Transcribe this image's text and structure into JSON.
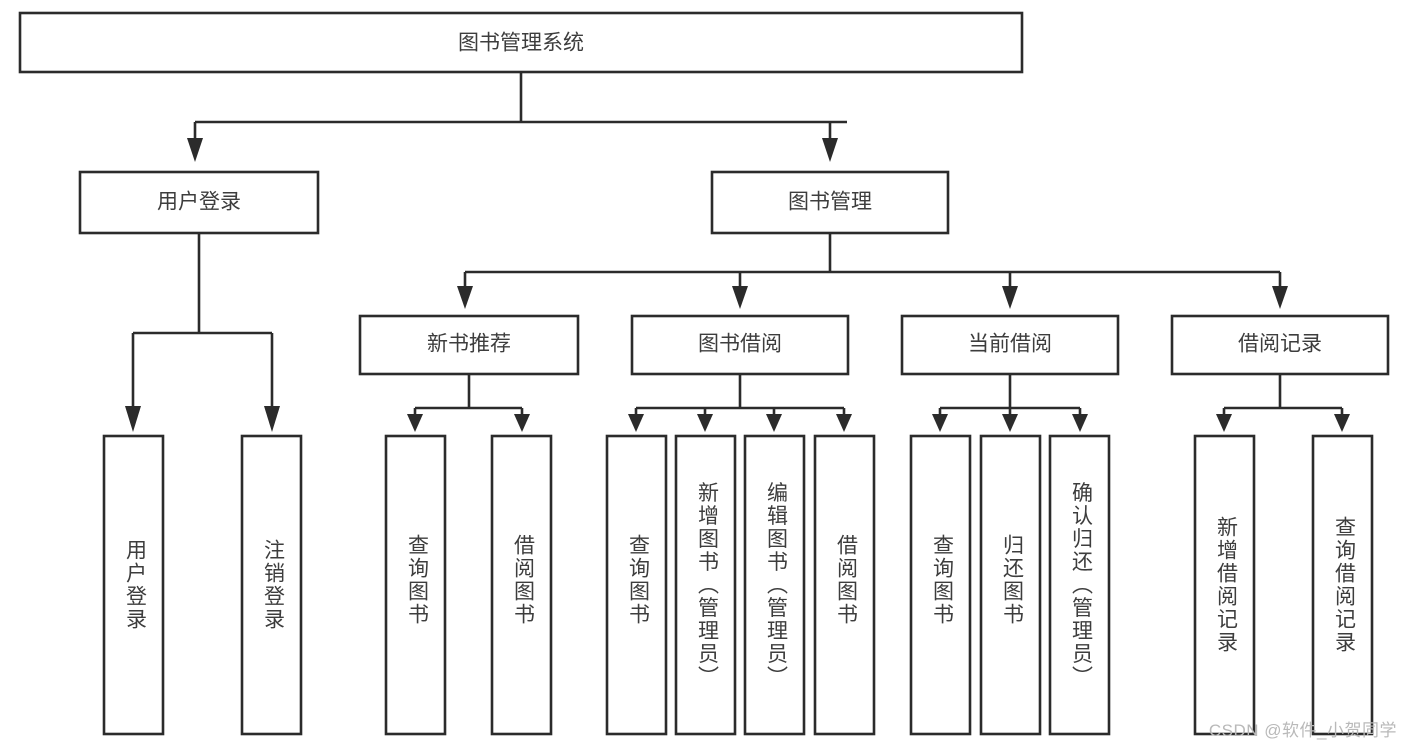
{
  "diagram": {
    "type": "tree-flowchart",
    "title": "图书管理系统",
    "watermark": "CSDN @软件_小贺同学",
    "colors": {
      "stroke": "#2b2b2b",
      "fill": "#ffffff",
      "text": "#3d3d3d",
      "watermark": "#b9b9b9"
    },
    "levels": {
      "root": {
        "label": "图书管理系统"
      },
      "level2": [
        {
          "label": "用户登录"
        },
        {
          "label": "图书管理"
        }
      ],
      "level3": [
        {
          "label": "新书推荐"
        },
        {
          "label": "图书借阅"
        },
        {
          "label": "当前借阅"
        },
        {
          "label": "借阅记录"
        }
      ],
      "leaves": [
        {
          "label": "用户登录",
          "parent": "用户登录"
        },
        {
          "label": "注销登录",
          "parent": "用户登录"
        },
        {
          "label": "查询图书",
          "parent": "新书推荐"
        },
        {
          "label": "借阅图书",
          "parent": "新书推荐"
        },
        {
          "label": "查询图书",
          "parent": "图书借阅"
        },
        {
          "label": "新增图书（管理员）",
          "parent": "图书借阅"
        },
        {
          "label": "编辑图书（管理员）",
          "parent": "图书借阅"
        },
        {
          "label": "借阅图书",
          "parent": "图书借阅"
        },
        {
          "label": "查询图书",
          "parent": "当前借阅"
        },
        {
          "label": "归还图书",
          "parent": "当前借阅"
        },
        {
          "label": "确认归还（管理员）",
          "parent": "当前借阅"
        },
        {
          "label": "新增借阅记录",
          "parent": "借阅记录"
        },
        {
          "label": "查询借阅记录",
          "parent": "借阅记录"
        }
      ]
    }
  }
}
